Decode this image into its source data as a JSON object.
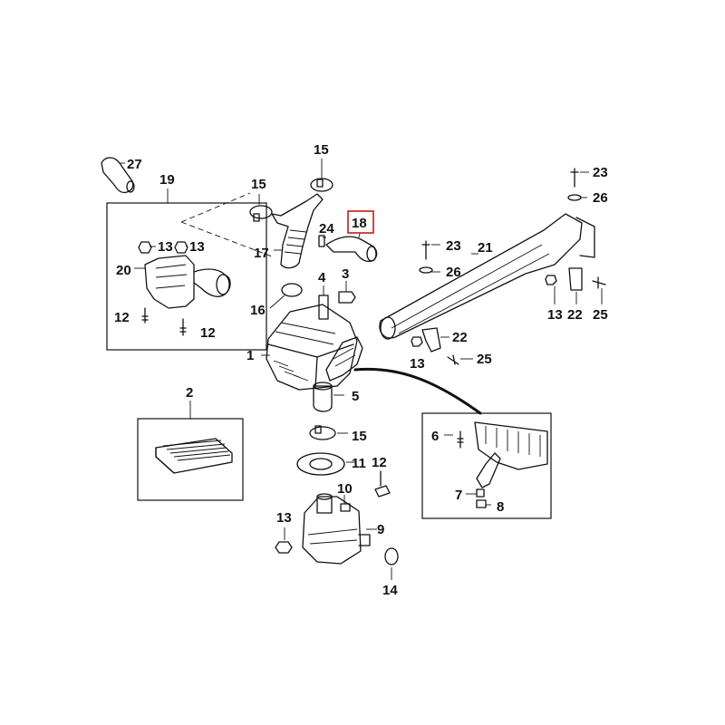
{
  "callouts": {
    "c1": "1",
    "c2": "2",
    "c4": "4",
    "c3": "3",
    "c5": "5",
    "c6": "6",
    "c7": "7",
    "c8": "8",
    "c9": "9",
    "c10": "10",
    "c11": "11",
    "c12_inset": "12",
    "c12_left_a": "12",
    "c12_left_b": "12",
    "c13_inset_a": "13",
    "c13_inset_b": "13",
    "c13_res": "13",
    "c13_mid": "13",
    "c13_right": "13",
    "c14": "14",
    "c15_top": "15",
    "c15_mid": "15",
    "c15_low": "15",
    "c16": "16",
    "c17": "17",
    "c18": "18",
    "c19": "19",
    "c20": "20",
    "c21": "21",
    "c22_mid": "22",
    "c22_right": "22",
    "c23_mid": "23",
    "c23_right": "23",
    "c24": "24",
    "c25_mid": "25",
    "c25_right": "25",
    "c26_mid": "26",
    "c26_right": "26",
    "c27": "27"
  },
  "highlight": {
    "part": "18",
    "color": "#d0342c"
  }
}
